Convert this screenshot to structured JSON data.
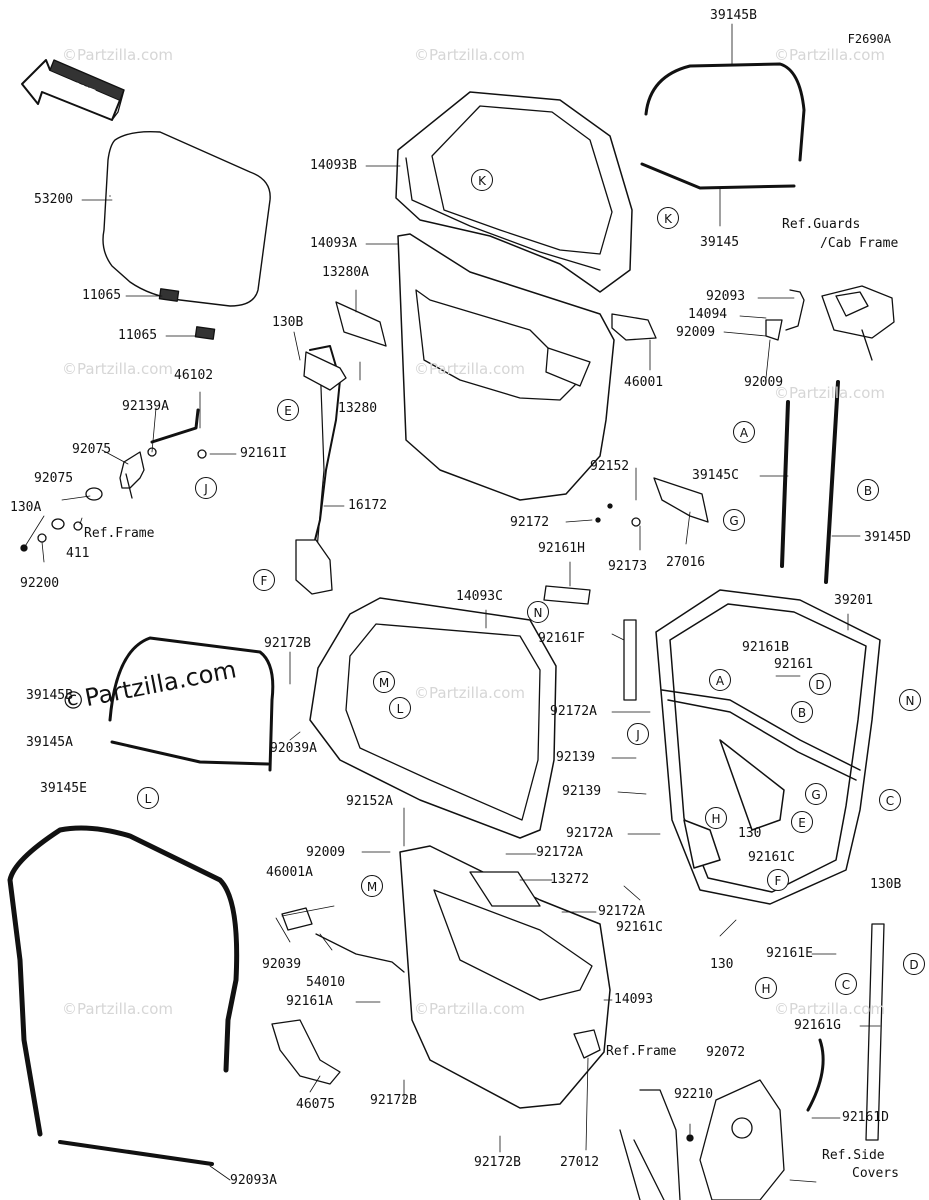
{
  "figure_code": "F2690A",
  "front_label": "FRONT",
  "watermark_main": "©Partzilla.com",
  "watermark_small": "©Partzilla.com",
  "part_labels": [
    {
      "id": "p53200",
      "text": "53200"
    },
    {
      "id": "p11065a",
      "text": "11065"
    },
    {
      "id": "p11065b",
      "text": "11065"
    },
    {
      "id": "p46102",
      "text": "46102"
    },
    {
      "id": "p92139A",
      "text": "92139A"
    },
    {
      "id": "p92075a",
      "text": "92075"
    },
    {
      "id": "p92161I",
      "text": "92161I"
    },
    {
      "id": "p92075b",
      "text": "92075"
    },
    {
      "id": "p130A",
      "text": "130A"
    },
    {
      "id": "p411",
      "text": "411"
    },
    {
      "id": "pRefFrame1",
      "text": "Ref.Frame"
    },
    {
      "id": "p92200",
      "text": "92200"
    },
    {
      "id": "p14093B",
      "text": "14093B"
    },
    {
      "id": "p14093A",
      "text": "14093A"
    },
    {
      "id": "p13280A",
      "text": "13280A"
    },
    {
      "id": "p130B1",
      "text": "130B"
    },
    {
      "id": "p13280",
      "text": "13280"
    },
    {
      "id": "p16172",
      "text": "16172"
    },
    {
      "id": "p39145B1",
      "text": "39145B"
    },
    {
      "id": "p39145",
      "text": "39145"
    },
    {
      "id": "pRefGuards1",
      "text": "Ref.Guards"
    },
    {
      "id": "pRefGuards2",
      "text": "/Cab Frame"
    },
    {
      "id": "p92093",
      "text": "92093"
    },
    {
      "id": "p14094",
      "text": "14094"
    },
    {
      "id": "p92009a",
      "text": "92009"
    },
    {
      "id": "p92009b",
      "text": "92009"
    },
    {
      "id": "p46001",
      "text": "46001"
    },
    {
      "id": "p92152",
      "text": "92152"
    },
    {
      "id": "p39145C",
      "text": "39145C"
    },
    {
      "id": "p92172",
      "text": "92172"
    },
    {
      "id": "p92173",
      "text": "92173"
    },
    {
      "id": "p27016",
      "text": "27016"
    },
    {
      "id": "p39145D",
      "text": "39145D"
    },
    {
      "id": "p92161H",
      "text": "92161H"
    },
    {
      "id": "p14093C",
      "text": "14093C"
    },
    {
      "id": "p92172B1",
      "text": "92172B"
    },
    {
      "id": "p39145B2",
      "text": "39145B"
    },
    {
      "id": "p39145A",
      "text": "39145A"
    },
    {
      "id": "p92039A",
      "text": "92039A"
    },
    {
      "id": "p39145E",
      "text": "39145E"
    },
    {
      "id": "p92161F",
      "text": "92161F"
    },
    {
      "id": "p39201",
      "text": "39201"
    },
    {
      "id": "p92161B",
      "text": "92161B"
    },
    {
      "id": "p92161",
      "text": "92161"
    },
    {
      "id": "p92172A1",
      "text": "92172A"
    },
    {
      "id": "p92139a",
      "text": "92139"
    },
    {
      "id": "p92139b",
      "text": "92139"
    },
    {
      "id": "p92152A",
      "text": "92152A"
    },
    {
      "id": "p92009c",
      "text": "92009"
    },
    {
      "id": "p92172A2",
      "text": "92172A"
    },
    {
      "id": "p92172A3",
      "text": "92172A"
    },
    {
      "id": "p130a",
      "text": "130"
    },
    {
      "id": "p92161C1",
      "text": "92161C"
    },
    {
      "id": "p130B2",
      "text": "130B"
    },
    {
      "id": "p13272",
      "text": "13272"
    },
    {
      "id": "p46001A",
      "text": "46001A"
    },
    {
      "id": "p92172A4",
      "text": "92172A"
    },
    {
      "id": "p92161C2",
      "text": "92161C"
    },
    {
      "id": "p130b",
      "text": "130"
    },
    {
      "id": "p92039",
      "text": "92039"
    },
    {
      "id": "p54010",
      "text": "54010"
    },
    {
      "id": "p92161E",
      "text": "92161E"
    },
    {
      "id": "p92161A",
      "text": "92161A"
    },
    {
      "id": "p14093",
      "text": "14093"
    },
    {
      "id": "p92072",
      "text": "92072"
    },
    {
      "id": "p92161G",
      "text": "92161G"
    },
    {
      "id": "p46075",
      "text": "46075"
    },
    {
      "id": "p92172B2",
      "text": "92172B"
    },
    {
      "id": "pRefFrame2",
      "text": "Ref.Frame"
    },
    {
      "id": "p92210",
      "text": "92210"
    },
    {
      "id": "p92161D",
      "text": "92161D"
    },
    {
      "id": "p92093A",
      "text": "92093A"
    },
    {
      "id": "p92172B3",
      "text": "92172B"
    },
    {
      "id": "p27012",
      "text": "27012"
    },
    {
      "id": "pRefSide1",
      "text": "Ref.Side"
    },
    {
      "id": "pRefSide2",
      "text": "Covers"
    }
  ],
  "callouts": [
    {
      "id": "cK1",
      "text": "K"
    },
    {
      "id": "cK2",
      "text": "K"
    },
    {
      "id": "cE1",
      "text": "E"
    },
    {
      "id": "cF1",
      "text": "F"
    },
    {
      "id": "cJ1",
      "text": "J"
    },
    {
      "id": "cA1",
      "text": "A"
    },
    {
      "id": "cB1",
      "text": "B"
    },
    {
      "id": "cG1",
      "text": "G"
    },
    {
      "id": "cN1",
      "text": "N"
    },
    {
      "id": "cM1",
      "text": "M"
    },
    {
      "id": "cL1",
      "text": "L"
    },
    {
      "id": "cL2",
      "text": "L"
    },
    {
      "id": "cA2",
      "text": "A"
    },
    {
      "id": "cD1",
      "text": "D"
    },
    {
      "id": "cB2",
      "text": "B"
    },
    {
      "id": "cN2",
      "text": "N"
    },
    {
      "id": "cJ2",
      "text": "J"
    },
    {
      "id": "cG2",
      "text": "G"
    },
    {
      "id": "cC1",
      "text": "C"
    },
    {
      "id": "cH1",
      "text": "H"
    },
    {
      "id": "cE2",
      "text": "E"
    },
    {
      "id": "cM2",
      "text": "M"
    },
    {
      "id": "cF2",
      "text": "F"
    },
    {
      "id": "cC2",
      "text": "C"
    },
    {
      "id": "cH2",
      "text": "H"
    },
    {
      "id": "cD2",
      "text": "D"
    }
  ]
}
